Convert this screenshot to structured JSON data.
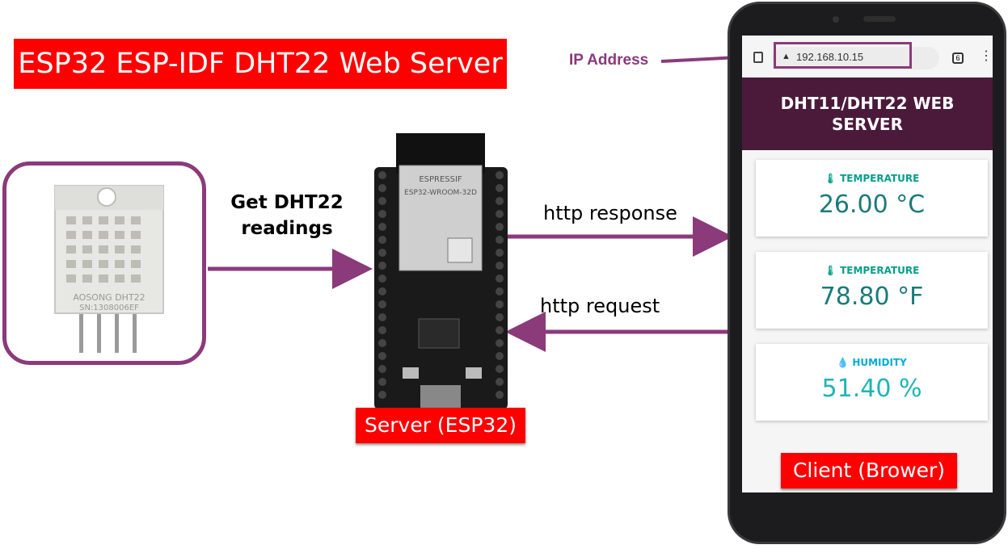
{
  "title": "ESP32 ESP-IDF DHT22 Web Server",
  "sensor": {
    "markings": [
      "AOSONG DHT22",
      "SN:1308006EF"
    ]
  },
  "get_readings_label": "Get DHT22\nreadings",
  "board": {
    "markings": [
      "ESPRESSIF",
      "ESP32-WROOM-32D"
    ],
    "label": "Server (ESP32)"
  },
  "http_response_label": "http response",
  "http_request_label": "http request",
  "ip_address_label": "IP Address",
  "phone": {
    "url": "192.168.10.15",
    "tab_count": "6",
    "page_title": "DHT11/DHT22 WEB SERVER",
    "cards": [
      {
        "label": "TEMPERATURE",
        "value": "26.00 °C",
        "icon": "thermometer-icon"
      },
      {
        "label": "TEMPERATURE",
        "value": "78.80 °F",
        "icon": "thermometer-icon"
      },
      {
        "label": "HUMIDITY",
        "value": "51.40 %",
        "icon": "droplet-icon"
      }
    ],
    "client_label": "Client (Brower)"
  },
  "colors": {
    "accent_purple": "#8b3a7a",
    "banner_red": "#ff0000",
    "header_plum": "#4b1a3b",
    "value_teal": "#1b7a7a"
  }
}
